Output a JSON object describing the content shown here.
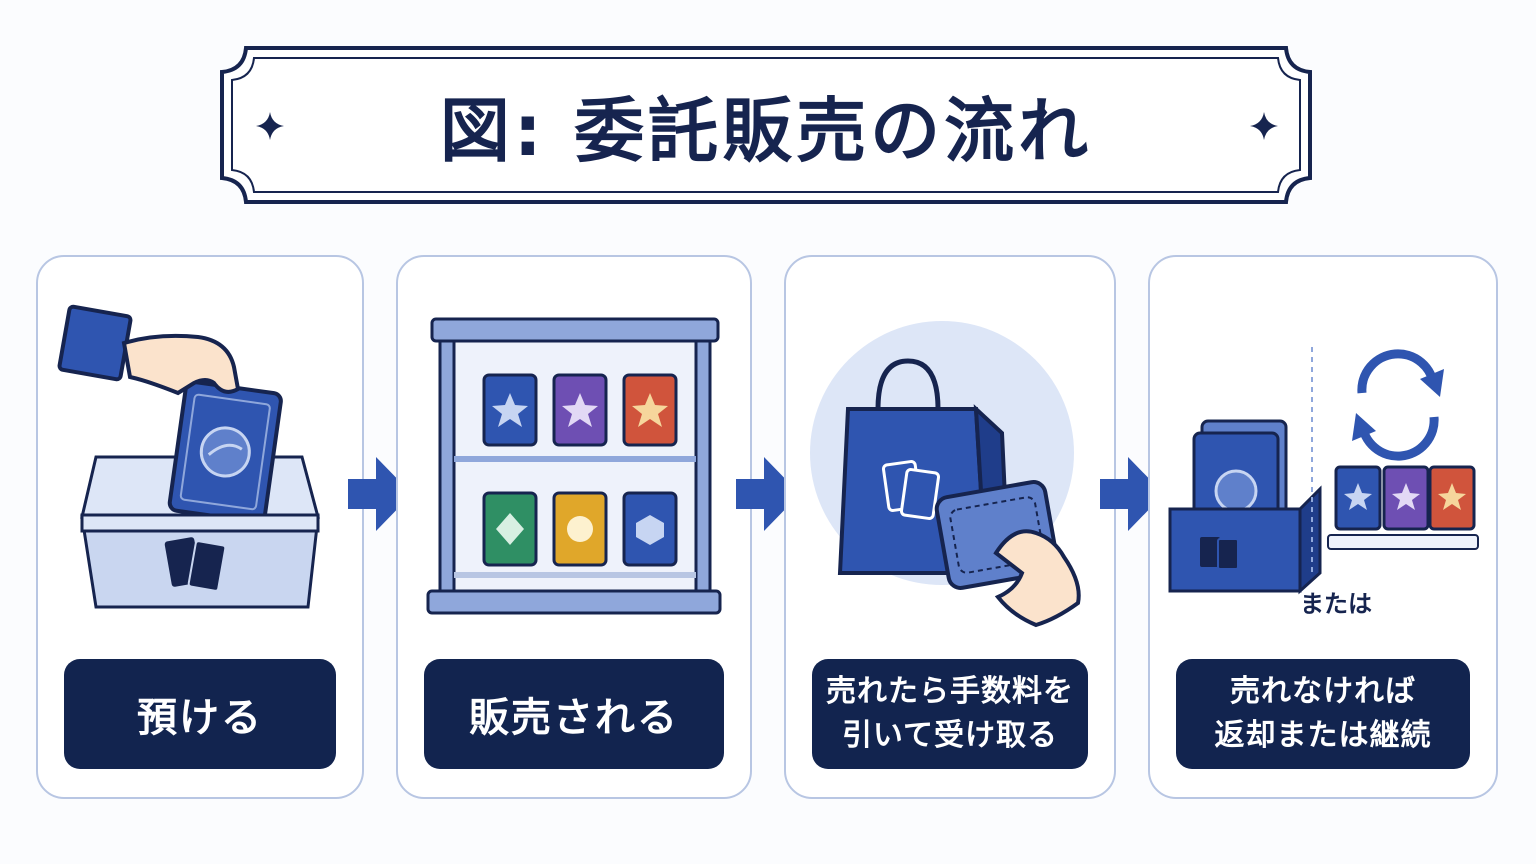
{
  "title": "図: 委託販売の流れ",
  "steps": [
    {
      "label": [
        "預ける"
      ]
    },
    {
      "label": [
        "販売される"
      ]
    },
    {
      "label": [
        "売れたら手数料を",
        "引いて受け取る"
      ]
    },
    {
      "label": [
        "売れなければ",
        "返却または継続"
      ]
    }
  ],
  "or_label": "または",
  "icons": [
    "hand-icon",
    "card-icon",
    "box-icon",
    "display-case-icon",
    "shopping-bag-icon",
    "wallet-icon",
    "card-box-icon",
    "refresh-icon",
    "card-stand-icon",
    "arrow-right-icon"
  ],
  "colors": {
    "navy": "#12244f",
    "primary": "#2f55b0",
    "light_blue": "#dde6f7",
    "border": "#b8c6e3",
    "purple": "#6e4fb3",
    "red": "#d0543c",
    "green": "#2f8f64",
    "yellow": "#e0a72a"
  }
}
